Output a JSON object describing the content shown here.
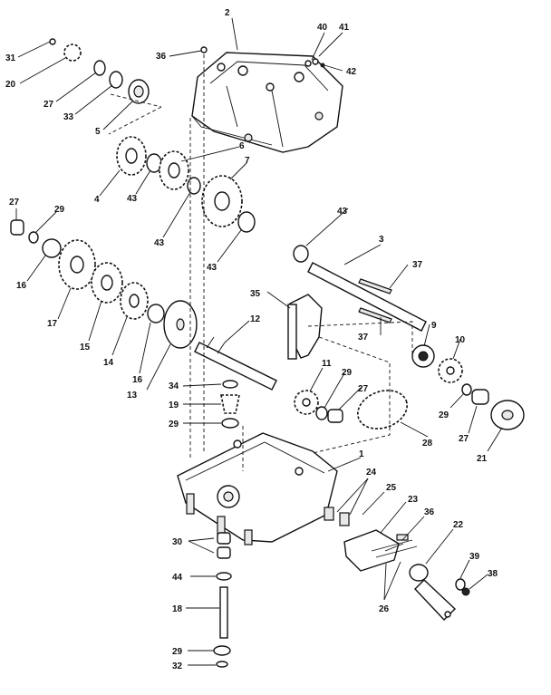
{
  "callouts": [
    {
      "id": "p2",
      "label": "2"
    },
    {
      "id": "p31",
      "label": "31"
    },
    {
      "id": "p20",
      "label": "20"
    },
    {
      "id": "p36a",
      "label": "36"
    },
    {
      "id": "p40",
      "label": "40"
    },
    {
      "id": "p41",
      "label": "41"
    },
    {
      "id": "p42",
      "label": "42"
    },
    {
      "id": "p27a",
      "label": "27"
    },
    {
      "id": "p33",
      "label": "33"
    },
    {
      "id": "p5",
      "label": "5"
    },
    {
      "id": "p6",
      "label": "6"
    },
    {
      "id": "p7",
      "label": "7"
    },
    {
      "id": "p4",
      "label": "4"
    },
    {
      "id": "p43a",
      "label": "43"
    },
    {
      "id": "p43b",
      "label": "43"
    },
    {
      "id": "p43c",
      "label": "43"
    },
    {
      "id": "p43d",
      "label": "43"
    },
    {
      "id": "p27b",
      "label": "27"
    },
    {
      "id": "p29a",
      "label": "29"
    },
    {
      "id": "p16a",
      "label": "16"
    },
    {
      "id": "p17",
      "label": "17"
    },
    {
      "id": "p15",
      "label": "15"
    },
    {
      "id": "p14",
      "label": "14"
    },
    {
      "id": "p16b",
      "label": "16"
    },
    {
      "id": "p13",
      "label": "13"
    },
    {
      "id": "p3",
      "label": "3"
    },
    {
      "id": "p37a",
      "label": "37"
    },
    {
      "id": "p37b",
      "label": "37"
    },
    {
      "id": "p35",
      "label": "35"
    },
    {
      "id": "p12",
      "label": "12"
    },
    {
      "id": "p9",
      "label": "9"
    },
    {
      "id": "p10",
      "label": "10"
    },
    {
      "id": "p11",
      "label": "11"
    },
    {
      "id": "p29b",
      "label": "29"
    },
    {
      "id": "p27c",
      "label": "27"
    },
    {
      "id": "p34",
      "label": "34"
    },
    {
      "id": "p19",
      "label": "19"
    },
    {
      "id": "p29c",
      "label": "29"
    },
    {
      "id": "p29d",
      "label": "29"
    },
    {
      "id": "p27d",
      "label": "27"
    },
    {
      "id": "p21",
      "label": "21"
    },
    {
      "id": "p28",
      "label": "28"
    },
    {
      "id": "p1",
      "label": "1"
    },
    {
      "id": "p24",
      "label": "24"
    },
    {
      "id": "p25",
      "label": "25"
    },
    {
      "id": "p23",
      "label": "23"
    },
    {
      "id": "p36b",
      "label": "36"
    },
    {
      "id": "p22",
      "label": "22"
    },
    {
      "id": "p30",
      "label": "30"
    },
    {
      "id": "p44",
      "label": "44"
    },
    {
      "id": "p18",
      "label": "18"
    },
    {
      "id": "p26",
      "label": "26"
    },
    {
      "id": "p39",
      "label": "39"
    },
    {
      "id": "p38",
      "label": "38"
    },
    {
      "id": "p29e",
      "label": "29"
    },
    {
      "id": "p32",
      "label": "32"
    }
  ]
}
